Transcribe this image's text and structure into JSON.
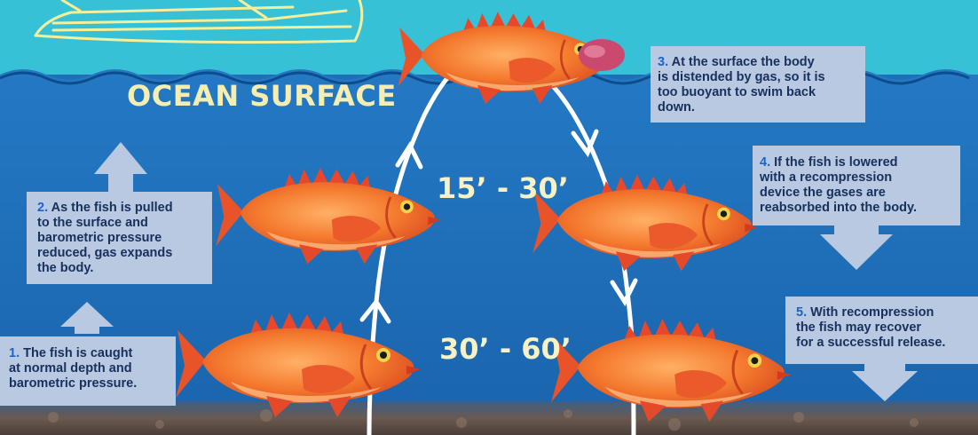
{
  "surface": {
    "label": "OCEAN SURFACE"
  },
  "depth_zones": [
    {
      "label": "15’ - 30’"
    },
    {
      "label": "30’ - 60’"
    }
  ],
  "steps": [
    {
      "number": "1.",
      "text": "The fish is caught\nat normal depth and\nbarometric pressure."
    },
    {
      "number": "2.",
      "text": "As the fish is pulled\nto the surface and\nbarometric pressure\nreduced, gas expands\nthe body."
    },
    {
      "number": "3.",
      "text": "At the surface the body\nis distended by gas, so it is\ntoo buoyant to swim back\ndown."
    },
    {
      "number": "4.",
      "text": "If the fish is lowered\nwith a recompression\ndevice the gases are\nreabsorbed into the body."
    },
    {
      "number": "5.",
      "text": "With recompression\nthe fish may recover\nfor a successful release."
    }
  ],
  "colors": {
    "sky": "#37c1d7",
    "water": "#1f6fb8",
    "water_deep": "#1761a8",
    "seabed": "#5a4a45",
    "fish_body": "#f07a2c",
    "fish_fin": "#e2492a",
    "box_fill": "#b9c9e1",
    "box_text": "#17305c",
    "step_number": "#1a63c7",
    "title_text": "#f6eeb0",
    "arrow": "#ffffff"
  }
}
